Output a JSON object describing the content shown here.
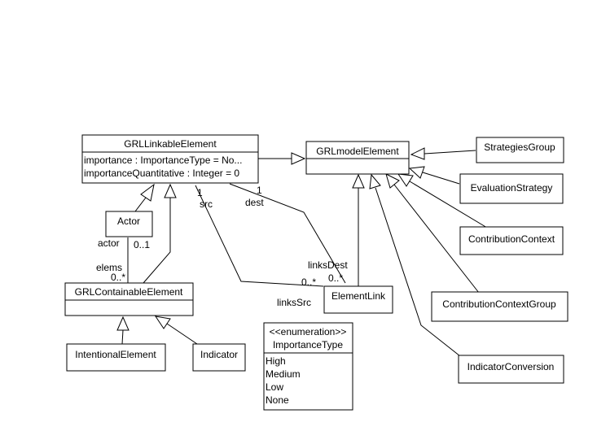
{
  "diagram": {
    "classes": {
      "grl_linkable_element": {
        "name": "GRLLinkableElement",
        "attributes": [
          "importance : ImportanceType = No...",
          "importanceQuantitative : Integer = 0"
        ]
      },
      "grl_model_element": {
        "name": "GRLmodelElement"
      },
      "strategies_group": {
        "name": "StrategiesGroup"
      },
      "evaluation_strategy": {
        "name": "EvaluationStrategy"
      },
      "contribution_context": {
        "name": "ContributionContext"
      },
      "contribution_context_group": {
        "name": "ContributionContextGroup"
      },
      "indicator_conversion": {
        "name": "IndicatorConversion"
      },
      "actor": {
        "name": "Actor"
      },
      "grl_containable_element": {
        "name": "GRLContainableElement"
      },
      "intentional_element": {
        "name": "IntentionalElement"
      },
      "indicator": {
        "name": "Indicator"
      },
      "element_link": {
        "name": "ElementLink"
      },
      "importance_type": {
        "stereotype": "<<enumeration>>",
        "name": "ImportanceType",
        "literals": [
          "High",
          "Medium",
          "Low",
          "None"
        ]
      }
    },
    "labels": {
      "src_mult": "1",
      "src_role": "src",
      "dest_mult": "1",
      "dest_role": "dest",
      "actor_role": "actor",
      "actor_mult": "0..1",
      "elems_role": "elems",
      "elems_mult": "0..*",
      "links_dest_role": "linksDest",
      "links_dest_mult": "0..*",
      "links_src_mult": "0..*",
      "links_src_role": "linksSrc"
    }
  }
}
